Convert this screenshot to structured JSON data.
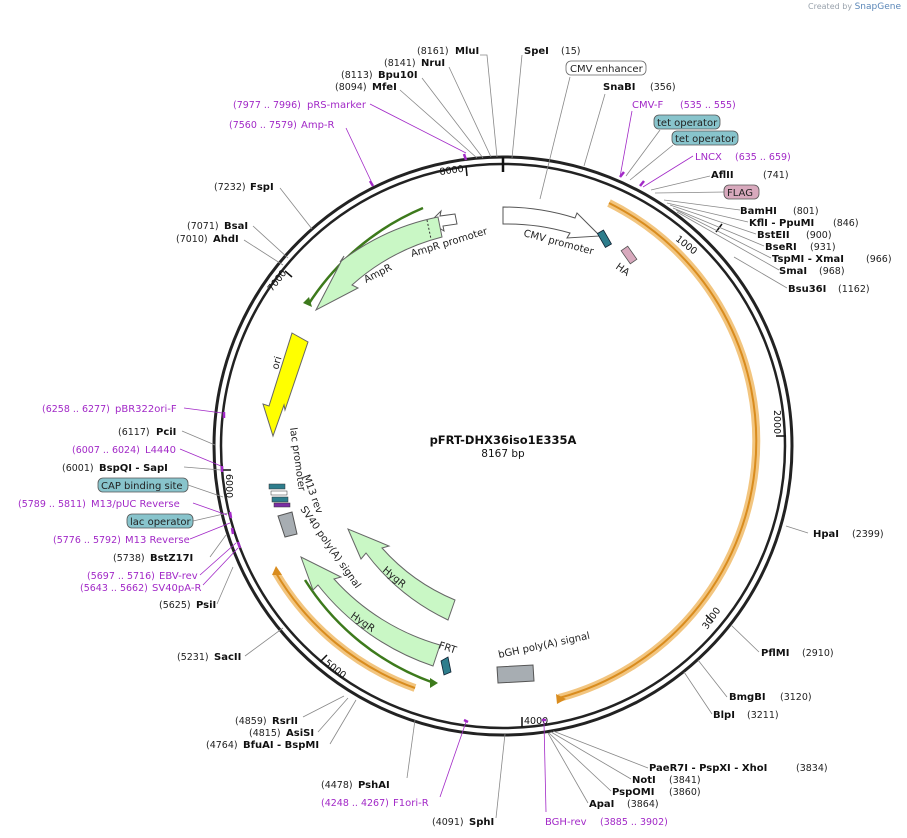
{
  "credit": {
    "prefix": "Created by",
    "brand": "SnapGene"
  },
  "plasmid": {
    "name": "pFRT-DHX36iso1E335A",
    "length": "8167 bp"
  },
  "ticks": [
    "1000",
    "2000",
    "3000",
    "4000",
    "5000",
    "6000",
    "7000",
    "8000"
  ],
  "enzymes": [
    {
      "id": "mlui",
      "name": "MluI",
      "pos": "(8161)"
    },
    {
      "id": "spei",
      "name": "SpeI",
      "pos": "(15)"
    },
    {
      "id": "nrui",
      "name": "NruI",
      "pos": "(8141)"
    },
    {
      "id": "bpu10i",
      "name": "Bpu10I",
      "pos": "(8113)"
    },
    {
      "id": "mfei",
      "name": "MfeI",
      "pos": "(8094)"
    },
    {
      "id": "snabi",
      "name": "SnaBI",
      "pos": "(356)"
    },
    {
      "id": "aflii",
      "name": "AflII",
      "pos": "(741)"
    },
    {
      "id": "bamhi",
      "name": "BamHI",
      "pos": "(801)"
    },
    {
      "id": "kfli",
      "name": "KflI  -  PpuMI",
      "pos": "(846)"
    },
    {
      "id": "bsteii",
      "name": "BstEII",
      "pos": "(900)"
    },
    {
      "id": "bseri",
      "name": "BseRI",
      "pos": "(931)"
    },
    {
      "id": "tspmi",
      "name": "TspMI  -  XmaI",
      "pos": "(966)"
    },
    {
      "id": "smai",
      "name": "SmaI",
      "pos": "(968)"
    },
    {
      "id": "bsu36i",
      "name": "Bsu36I",
      "pos": "(1162)"
    },
    {
      "id": "fspi",
      "name": "FspI",
      "pos": "(7232)"
    },
    {
      "id": "bsai",
      "name": "BsaI",
      "pos": "(7071)"
    },
    {
      "id": "ahdi",
      "name": "AhdI",
      "pos": "(7010)"
    },
    {
      "id": "hpai",
      "name": "HpaI",
      "pos": "(2399)"
    },
    {
      "id": "pfimi",
      "name": "PflMI",
      "pos": "(2910)"
    },
    {
      "id": "bmgbi",
      "name": "BmgBI",
      "pos": "(3120)"
    },
    {
      "id": "blpi",
      "name": "BlpI",
      "pos": "(3211)"
    },
    {
      "id": "paer7i",
      "name": "PaeR7I  -  PspXI  -  XhoI",
      "pos": "(3834)"
    },
    {
      "id": "noti",
      "name": "NotI",
      "pos": "(3841)"
    },
    {
      "id": "pspomi",
      "name": "PspOMI",
      "pos": "(3860)"
    },
    {
      "id": "apai",
      "name": "ApaI",
      "pos": "(3864)"
    },
    {
      "id": "sphi",
      "name": "SphI",
      "pos": "(4091)"
    },
    {
      "id": "pshai",
      "name": "PshAI",
      "pos": "(4478)"
    },
    {
      "id": "rsrii",
      "name": "RsrII",
      "pos": "(4859)"
    },
    {
      "id": "asisi",
      "name": "AsiSI",
      "pos": "(4815)"
    },
    {
      "id": "bfuai",
      "name": "BfuAI  -  BspMI",
      "pos": "(4764)"
    },
    {
      "id": "sacii",
      "name": "SacII",
      "pos": "(5231)"
    },
    {
      "id": "psii",
      "name": "PsiI",
      "pos": "(5625)"
    },
    {
      "id": "bstz17i",
      "name": "BstZ17I",
      "pos": "(5738)"
    },
    {
      "id": "pcii",
      "name": "PciI",
      "pos": "(6117)"
    },
    {
      "id": "bspqi",
      "name": "BspQI  -  SapI",
      "pos": "(6001)"
    }
  ],
  "primers": [
    {
      "id": "prs",
      "name": "pRS-marker",
      "range": "(7977 .. 7996)"
    },
    {
      "id": "ampr",
      "name": "Amp-R",
      "range": "(7560 .. 7579)"
    },
    {
      "id": "cmvf",
      "name": "CMV-F",
      "range": "(535 .. 555)"
    },
    {
      "id": "lncx",
      "name": "LNCX",
      "range": "(635 .. 659)"
    },
    {
      "id": "pbr",
      "name": "pBR322ori-F",
      "range": "(6258 .. 6277)"
    },
    {
      "id": "l4440",
      "name": "L4440",
      "range": "(6007 .. 6024)"
    },
    {
      "id": "m13puc",
      "name": "M13/pUC Reverse",
      "range": "(5789 .. 5811)"
    },
    {
      "id": "m13rev",
      "name": "M13 Reverse",
      "range": "(5776 .. 5792)"
    },
    {
      "id": "ebv",
      "name": "EBV-rev",
      "range": "(5697 .. 5716)"
    },
    {
      "id": "sv40pa",
      "name": "SV40pA-R",
      "range": "(5643 .. 5662)"
    },
    {
      "id": "f1ori",
      "name": "F1ori-R",
      "range": "(4248 .. 4267)"
    },
    {
      "id": "bgh",
      "name": "BGH-rev",
      "range": "(3885 .. 3902)"
    }
  ],
  "boxed_features": {
    "cmv_enhancer": "CMV enhancer",
    "tet1": "tet operator",
    "tet2": "tet operator",
    "flag": "FLAG",
    "cap": "CAP binding site",
    "lacop": "lac operator"
  },
  "features": {
    "ampr_promoter": "AmpR promoter",
    "ampr": "AmpR",
    "cmv_promoter": "CMV promoter",
    "ha": "HA",
    "ori": "ori",
    "lac_promoter": "lac promoter",
    "m13rev": "M13 rev",
    "sv40": "SV40 poly(A) signal",
    "hygr1": "HygR",
    "hygr2": "HygR",
    "frt": "FRT",
    "bgh": "bGH poly(A) signal"
  },
  "colors": {
    "backbone": "#222222",
    "primer": "#a229c7",
    "orf_orange": "#f2c57f",
    "orf_orange_dark": "#d98c1e",
    "green_arrow": "#3d7a1c",
    "light_green": "#c9f7c5",
    "ori_yellow": "#ffff00",
    "tet_blue": "#88c4cc",
    "flag_pink": "#d8a9bd",
    "grey_feature": "#a7adb2",
    "teal": "#2e7d8c"
  }
}
